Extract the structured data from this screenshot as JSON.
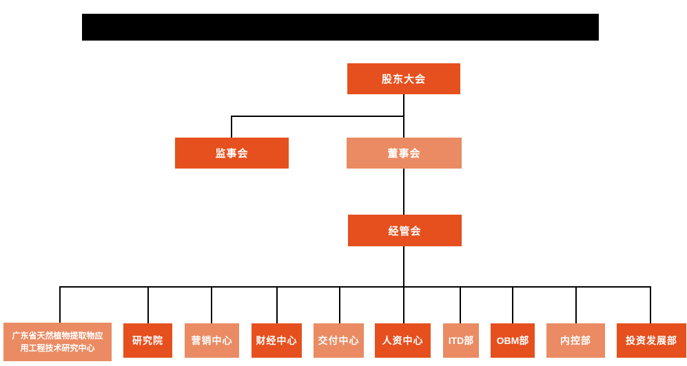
{
  "title_bar": {
    "color": "#000000"
  },
  "colors": {
    "primary_orange": "#E5501E",
    "secondary_salmon": "#EA8B63",
    "connector": "#000000",
    "background": "#FFFFFF",
    "node_text": "#FFFFFF"
  },
  "nodes": {
    "shareholders_meeting": {
      "label": "股东大会",
      "color": "#E5501E"
    },
    "supervisory_board": {
      "label": "监事会",
      "color": "#E5501E"
    },
    "board_of_directors": {
      "label": "董事会",
      "color": "#EA8B63"
    },
    "management_committee": {
      "label": "经管会",
      "color": "#E5501E"
    },
    "dept_research_center": {
      "label": "广东省天然植物提取物应\n用工程技术研究中心",
      "color": "#EA8B63"
    },
    "dept_research_institute": {
      "label": "研究院",
      "color": "#E5501E"
    },
    "dept_marketing_center": {
      "label": "营销中心",
      "color": "#EA8B63"
    },
    "dept_finance_center": {
      "label": "财经中心",
      "color": "#E5501E"
    },
    "dept_delivery_center": {
      "label": "交付中心",
      "color": "#EA8B63"
    },
    "dept_hr_center": {
      "label": "人资中心",
      "color": "#E5501E"
    },
    "dept_itd": {
      "label": "ITD部",
      "color": "#EA8B63"
    },
    "dept_obm": {
      "label": "OBM部",
      "color": "#E5501E"
    },
    "dept_internal_control": {
      "label": "内控部",
      "color": "#EA8B63"
    },
    "dept_investment_development": {
      "label": "投资发展部",
      "color": "#E5501E"
    }
  }
}
